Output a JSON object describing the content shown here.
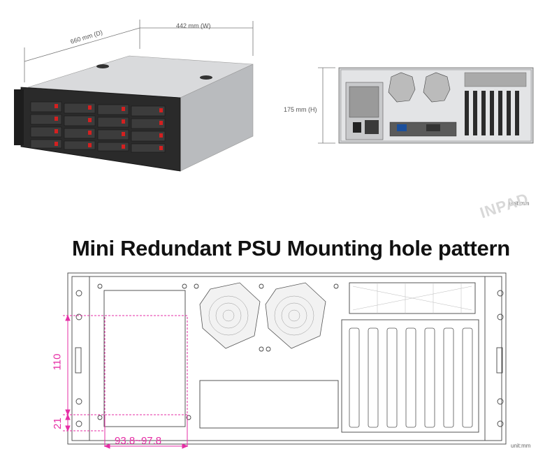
{
  "top": {
    "depth_label": "660 mm (D)",
    "width_label": "442 mm (W)",
    "height_label": "175 mm (H)",
    "unit_label": "unit:mm",
    "watermark": "INPAD"
  },
  "drawing": {
    "title": "Mini Redundant PSU Mounting hole pattern",
    "dim_vertical_upper": "110",
    "dim_vertical_lower": "21",
    "dim_horizontal": "93.8~97.8",
    "unit_label": "unit:mm",
    "accent_color": "#e62ea5"
  }
}
